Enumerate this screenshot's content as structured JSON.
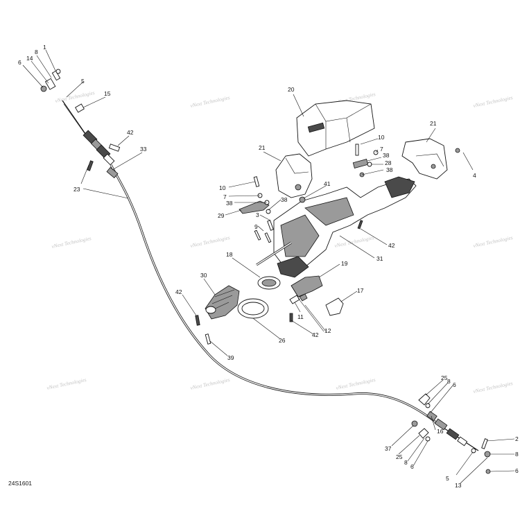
{
  "drawing_code": "24S1601",
  "watermark_text": "vNext Technologies",
  "callouts": {
    "c1": "1",
    "c14": "14",
    "c8a": "8",
    "c6a": "6",
    "c5a": "5",
    "c15": "15",
    "c42a": "42",
    "c33": "33",
    "c23": "23",
    "c20": "20",
    "c21a": "21",
    "c21b": "21",
    "c4": "4",
    "c10a": "10",
    "c7a": "7",
    "c38a": "38",
    "c28": "28",
    "c38b": "38",
    "c10b": "10",
    "c7b": "7",
    "c38c": "38",
    "c29": "29",
    "c41": "41",
    "c3": "3",
    "c9": "9",
    "c42b": "42",
    "c31": "31",
    "c18": "18",
    "c19": "19",
    "c30": "30",
    "c42c": "42",
    "c17": "17",
    "c11": "11",
    "c12": "12",
    "c42d": "42",
    "c26": "26",
    "c39": "39",
    "c25a": "25",
    "c8b": "8",
    "c6b": "6",
    "c16": "16",
    "c37": "37",
    "c25b": "25",
    "c8c": "8",
    "c6c": "6",
    "c5b": "5",
    "c13": "13",
    "c2": "2",
    "c8d": "8",
    "c6d": "6"
  }
}
